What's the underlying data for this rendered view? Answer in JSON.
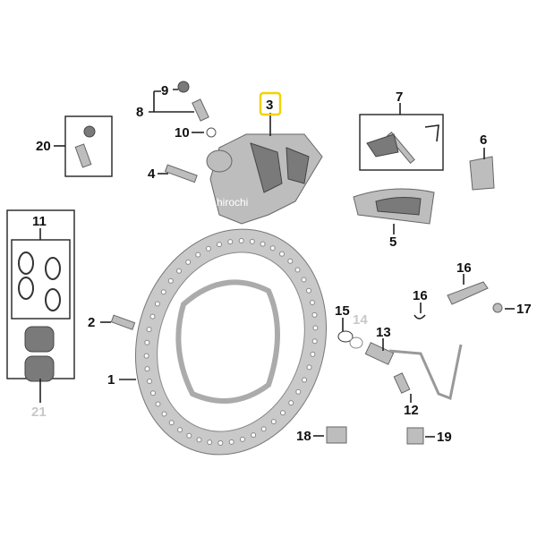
{
  "watermark": "hirochi",
  "highlight_color": "#f2d200",
  "labels": {
    "p1": "1",
    "p2": "2",
    "p3": "3",
    "p4": "4",
    "p5": "5",
    "p6": "6",
    "p7": "7",
    "p8": "8",
    "p9": "9",
    "p10": "10",
    "p11": "11",
    "p12": "12",
    "p13": "13",
    "p14": "14",
    "p15": "15",
    "p16a": "16",
    "p16b": "16",
    "p17": "17",
    "p18": "18",
    "p19": "19",
    "p20": "20",
    "p21": "21"
  },
  "greyed_labels": [
    "14",
    "21"
  ]
}
